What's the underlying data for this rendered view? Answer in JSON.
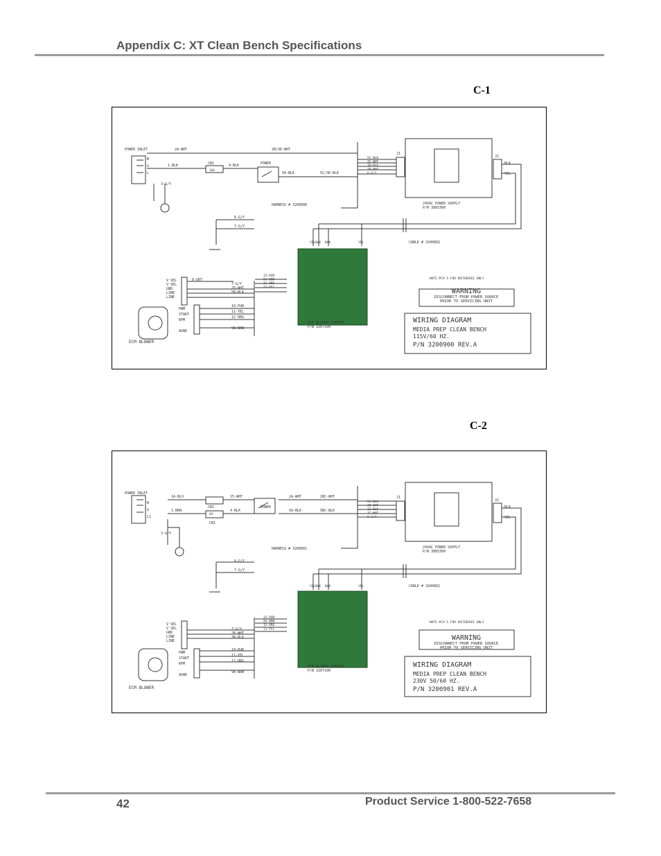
{
  "header": {
    "title": "Appendix C: XT Clean Bench Specifications"
  },
  "footer": {
    "page_number": "42",
    "service": "Product Service 1-800-522-7658"
  },
  "diagrams": [
    {
      "label": "C-1",
      "power_inlet": "POWER INLET",
      "inlet_pins": [
        "N",
        "G",
        "L"
      ],
      "cb": "CB1",
      "cb_rating": "10A",
      "switch": "POWER",
      "wires_top": [
        "2A-WHT",
        "2B/3D-WHT",
        "1-BLK",
        "4-BLK",
        "5A-BLK",
        "5C/3D-BLK",
        "3-G/Y"
      ],
      "j1": "J1",
      "j1_wires": [
        "5C-BLK",
        "3C-WHT",
        "3B-BLK",
        "3D-WHT",
        "6-G/Y"
      ],
      "j2": "J2",
      "j2_wires": [
        "BLK",
        "YEL"
      ],
      "psu": [
        "24VAC POWER SUPPLY",
        "P/N 3885300"
      ],
      "harness": "HARNESS # 3200800",
      "gy_wires": [
        "6-G/Y",
        "7-G/Y"
      ],
      "cable": "CABLE # 3200802",
      "ctrl_wires": [
        "YEL",
        "BLK",
        "BLK",
        "YEL"
      ],
      "motor_pins": [
        "V SEL",
        "V SEL",
        "GND",
        "LINE",
        "LINE"
      ],
      "motor_wires": [
        "8-GRY",
        "7-G/Y",
        "2D-WHT",
        "5B-BLK"
      ],
      "j_wires": [
        "15-PUR",
        "5A-BRN",
        "12-ORG",
        "11-YEL"
      ],
      "signal_pins": [
        "PWM",
        "START",
        "RPM",
        "AGND"
      ],
      "signal_wires": [
        "10-PUR",
        "11-YEL",
        "12-ORG",
        "9A-BRN"
      ],
      "ctrl_name": [
        "ECM BLOWER CONTROL",
        "P/N 3207100"
      ],
      "blower": "ECM BLOWER",
      "note": "NOTE:PCA'S FOR REFERENCE ONLY",
      "warning": [
        "WARNING",
        "DISCONNECT FROM POWER SOURCE",
        "PRIOR TO SERVICING UNIT"
      ],
      "title_block": [
        "WIRING DIAGRAM",
        "MEDIA PREP CLEAN BENCH",
        "115V/60 HZ.",
        "P/N 3200900  REV.A"
      ]
    },
    {
      "label": "C-2",
      "power_inlet": "POWER INLET",
      "inlet_pins": [
        "N",
        "G",
        "L1"
      ],
      "cb": "CB2",
      "cb_rating": "6A",
      "cb_second": "CB1",
      "switch": "POWER",
      "wires_top": [
        "1A-BLU",
        "15-WHT",
        "2A-WHT",
        "2BC-WHT",
        "1-BRN",
        "4-BLK",
        "5A-BLK",
        "5BC-BLK",
        "3-G/Y"
      ],
      "j1": "J1",
      "j1_wires": [
        "5C-BLK",
        "3B-WHT",
        "12-BLK",
        "2C-WHT",
        "6-G/Y"
      ],
      "j2": "J2",
      "j2_wires": [
        "BLK",
        "YEL"
      ],
      "psu": [
        "24VAC POWER SUPPLY",
        "P/N 3885300"
      ],
      "harness": "HARNESS # 3200801",
      "gy_wires": [
        "6-G/Y",
        "7-G/Y"
      ],
      "cable": "CABLE # 3200802",
      "ctrl_wires": [
        "YEL",
        "BLK",
        "BLK",
        "YEL"
      ],
      "motor_pins": [
        "V SEL",
        "V SEL",
        "GND",
        "LINE",
        "LINE"
      ],
      "motor_wires": [
        "7-G/Y",
        "2B-WHT",
        "3B-BLK"
      ],
      "j_wires": [
        "15-PUR",
        "9A-BRN",
        "12-ORG",
        "11-YEL"
      ],
      "signal_pins": [
        "PWM",
        "START",
        "RPM",
        "AGND"
      ],
      "signal_wires": [
        "10-PUR",
        "11-YEL",
        "12-ORG",
        "9A-BRN"
      ],
      "ctrl_name": [
        "ECM BLOWER CONTROL",
        "P/N 3207100"
      ],
      "blower": "ECM BLOWER",
      "note": "NOTE:PCA'S FOR REFERENCE ONLY",
      "warning": [
        "WARNING",
        "DISCONNECT FROM POWER SOURCE",
        "PRIOR TO SERVICING UNIT"
      ],
      "title_block": [
        "WIRING DIAGRAM",
        "MEDIA PREP CLEAN BENCH",
        "230V 50/60 HZ.",
        "P/N 3200901  REV.A"
      ]
    }
  ]
}
